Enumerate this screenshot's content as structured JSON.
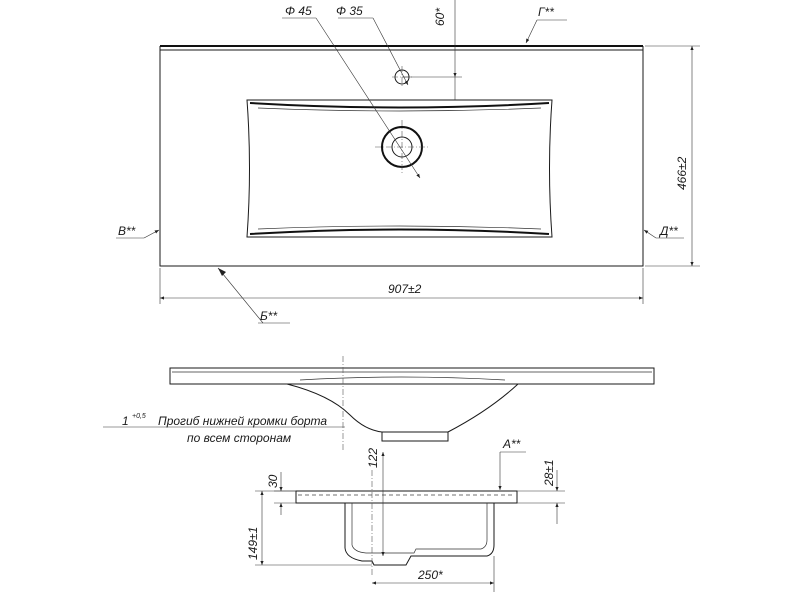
{
  "diagram": {
    "top_view": {
      "hole_d45": "Φ 45",
      "hole_d35": "Φ 35",
      "dim_60": "60*",
      "marker_g": "Г**",
      "height_dim": "466±2",
      "marker_v": "В**",
      "marker_d": "Д**",
      "width_dim": "907±2",
      "marker_b": "Б**"
    },
    "side_view": {
      "note_value": "1",
      "note_tolerance": "+0,5",
      "note_line1": "Прогиб нижней кромки борта",
      "note_line2": "по всем сторонам"
    },
    "section_view": {
      "marker_a": "А**",
      "dim_122": "122",
      "dim_30": "30",
      "dim_28": "28±1",
      "dim_149": "149±1",
      "dim_250": "250*"
    }
  }
}
